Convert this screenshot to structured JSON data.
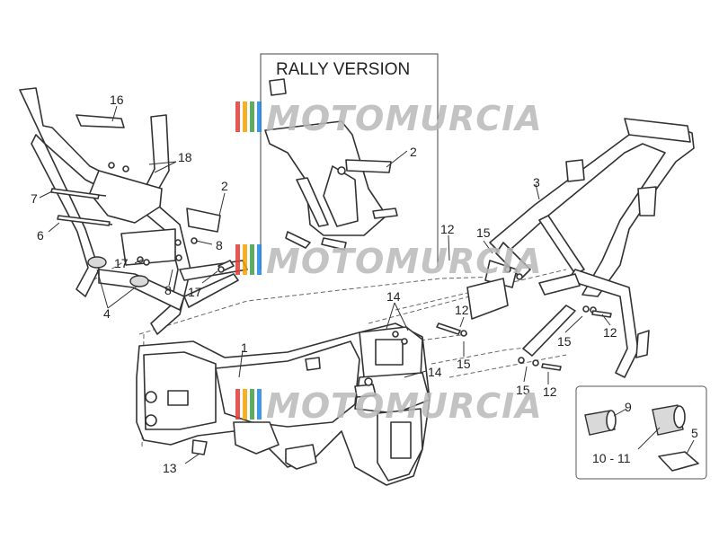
{
  "title": "RALLY VERSION",
  "watermark": "MOTOMURCIA",
  "watermark_colors": [
    "#e53935",
    "#f4a300",
    "#43a047",
    "#1e88e5"
  ],
  "labels": {
    "l1": "1",
    "l2a": "2",
    "l2b": "2",
    "l3": "3",
    "l4": "4",
    "l5": "5",
    "l6": "6",
    "l7": "7",
    "l8a": "8",
    "l8b": "8",
    "l9": "9",
    "l10": "10 - 11",
    "l12a": "12",
    "l12b": "12",
    "l12c": "12",
    "l12d": "12",
    "l13": "13",
    "l14a": "14",
    "l14b": "14",
    "l15a": "15",
    "l15b": "15",
    "l15c": "15",
    "l15d": "15",
    "l16": "16",
    "l17a": "17",
    "l17b": "17",
    "l18": "18"
  }
}
